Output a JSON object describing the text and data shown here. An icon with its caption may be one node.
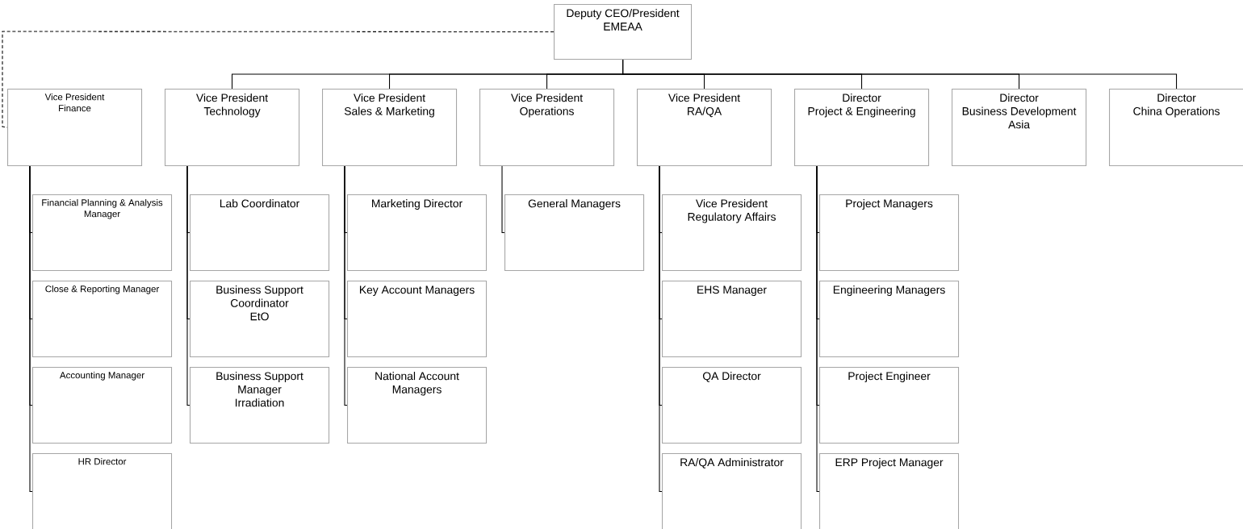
{
  "diagram": {
    "nodes": [
      {
        "text": [
          "Deputy CEO/President",
          "EMEAA"
        ]
      },
      {
        "text": [
          "Vice President",
          "Finance"
        ]
      },
      {
        "text": [
          "Vice President",
          "Technology"
        ]
      },
      {
        "text": [
          "Vice President",
          "Sales & Marketing"
        ]
      },
      {
        "text": [
          "Vice President",
          "Operations"
        ]
      },
      {
        "text": [
          "Vice President",
          "RA/QA"
        ]
      },
      {
        "text": [
          "Director",
          "Project & Engineering"
        ]
      },
      {
        "text": [
          "Director",
          "Business Development Asia"
        ]
      },
      {
        "text": [
          "Director",
          "China Operations"
        ]
      },
      {
        "text": [
          "Financial Planning & Analysis Manager"
        ]
      },
      {
        "text": [
          "Close & Reporting Manager"
        ]
      },
      {
        "text": [
          "Accounting Manager"
        ]
      },
      {
        "text": [
          "HR Director"
        ]
      },
      {
        "text": [
          "Lab Coordinator"
        ]
      },
      {
        "text": [
          "Business Support Coordinator",
          "EtO"
        ]
      },
      {
        "text": [
          "Business Support Manager",
          "Irradiation"
        ]
      },
      {
        "text": [
          "Marketing Director"
        ]
      },
      {
        "text": [
          "Key Account Managers"
        ]
      },
      {
        "text": [
          "National Account Managers"
        ]
      },
      {
        "text": [
          "General Managers"
        ]
      },
      {
        "text": [
          "Vice President",
          "Regulatory Affairs"
        ]
      },
      {
        "text": [
          "EHS Manager"
        ]
      },
      {
        "text": [
          "QA Director"
        ]
      },
      {
        "text": [
          "RA/QA Administrator"
        ]
      },
      {
        "text": [
          "Project Managers"
        ]
      },
      {
        "text": [
          "Engineering Managers"
        ]
      },
      {
        "text": [
          "Project Engineer"
        ]
      },
      {
        "text": [
          "ERP Project Manager"
        ]
      }
    ],
    "edges": [
      {
        "from": 0,
        "to": 1,
        "arrow": "none",
        "style": "dashed"
      },
      {
        "from": 0,
        "to": 2,
        "arrow": "none"
      },
      {
        "from": 0,
        "to": 3,
        "arrow": "none"
      },
      {
        "from": 0,
        "to": 4,
        "arrow": "none"
      },
      {
        "from": 0,
        "to": 5,
        "arrow": "none"
      },
      {
        "from": 0,
        "to": 6,
        "arrow": "none"
      },
      {
        "from": 0,
        "to": 7,
        "arrow": "none"
      },
      {
        "from": 0,
        "to": 8,
        "arrow": "none"
      },
      {
        "from": 1,
        "to": 9,
        "arrow": "none"
      },
      {
        "from": 1,
        "to": 10,
        "arrow": "none"
      },
      {
        "from": 1,
        "to": 11,
        "arrow": "none"
      },
      {
        "from": 1,
        "to": 12,
        "arrow": "none"
      },
      {
        "from": 2,
        "to": 13,
        "arrow": "none"
      },
      {
        "from": 2,
        "to": 14,
        "arrow": "none"
      },
      {
        "from": 2,
        "to": 15,
        "arrow": "none"
      },
      {
        "from": 3,
        "to": 16,
        "arrow": "none"
      },
      {
        "from": 3,
        "to": 17,
        "arrow": "none"
      },
      {
        "from": 3,
        "to": 18,
        "arrow": "none"
      },
      {
        "from": 4,
        "to": 19,
        "arrow": "none"
      },
      {
        "from": 5,
        "to": 20,
        "arrow": "none"
      },
      {
        "from": 5,
        "to": 21,
        "arrow": "none"
      },
      {
        "from": 5,
        "to": 22,
        "arrow": "none"
      },
      {
        "from": 5,
        "to": 23,
        "arrow": "none"
      },
      {
        "from": 6,
        "to": 24,
        "arrow": "none"
      },
      {
        "from": 6,
        "to": 25,
        "arrow": "none"
      },
      {
        "from": 6,
        "to": 26,
        "arrow": "none"
      },
      {
        "from": 6,
        "to": 27,
        "arrow": "none"
      }
    ]
  }
}
